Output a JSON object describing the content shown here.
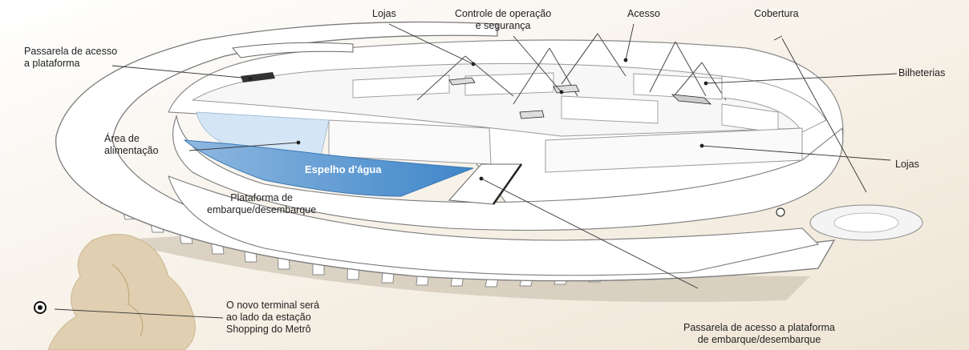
{
  "labels": {
    "lojas_top": "Lojas",
    "controle_line1": "Controle de operação",
    "controle_line2": "e segurança",
    "acesso": "Acesso",
    "cobertura": "Cobertura",
    "passarela_plataforma_line1": "Passarela de acesso",
    "passarela_plataforma_line2": "a plataforma",
    "bilheterias": "Bilheterias",
    "area_line1": "Área de",
    "area_line2": "alimentação",
    "espelho": "Espelho d'água",
    "lojas_right": "Lojas",
    "plataforma_line1": "Plataforma de",
    "plataforma_line2": "embarque/desembarque",
    "terminal_line1": "O novo terminal será",
    "terminal_line2": "ao lado da estação",
    "terminal_line3": "Shopping do Metrô",
    "passarela_embarque_line1": "Passarela de acesso a plataforma",
    "passarela_embarque_line2": "de embarque/desembarque"
  },
  "colors": {
    "background": "#f3ece1",
    "structure": "#ffffff",
    "outline": "#7a7a7a",
    "water": "#5b98d0",
    "water_light": "#a9c9e8",
    "shadow": "#bcb3a3",
    "map": "#d9c7a6",
    "leader": "#333333"
  }
}
